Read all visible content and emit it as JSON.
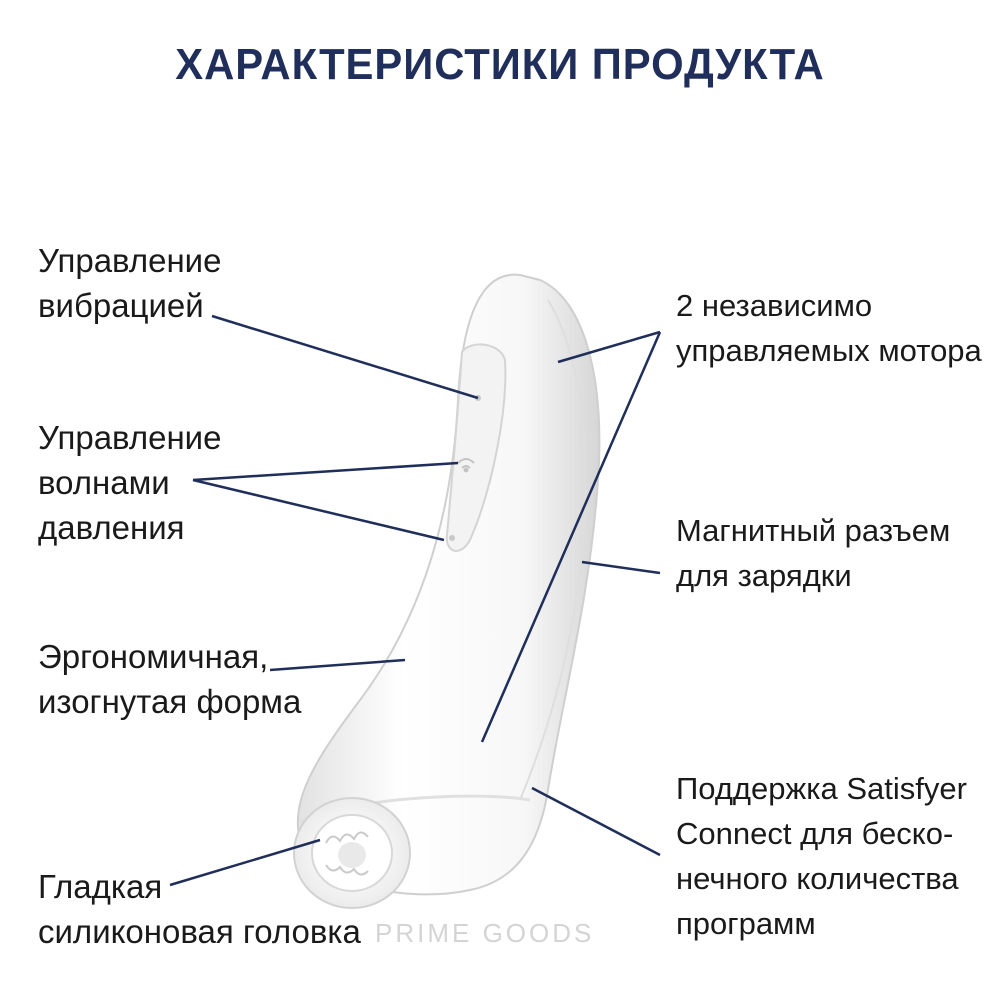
{
  "title": "ХАРАКТЕРИСТИКИ ПРОДУКТА",
  "features": {
    "vibration": [
      "Управление",
      "вибрацией"
    ],
    "pressure": [
      "Управление",
      "волнами",
      "давления"
    ],
    "shape": [
      "Эргономичная,",
      "изогнутая форма"
    ],
    "head": [
      "Гладкая",
      "силиконовая головка"
    ],
    "motors": [
      "2 независимо",
      "управляемых мотора"
    ],
    "charging": [
      "Магнитный разъем",
      "для зарядки"
    ],
    "app": [
      "Поддержка Satisfyer",
      "Connect для беско-",
      "нечного количества",
      "программ"
    ]
  },
  "watermark": "PRIME GOODS",
  "colors": {
    "title": "#1f2e5a",
    "leader_line": "#1f2e5a",
    "text": "#1a1a1a",
    "product": "#ffffff"
  }
}
